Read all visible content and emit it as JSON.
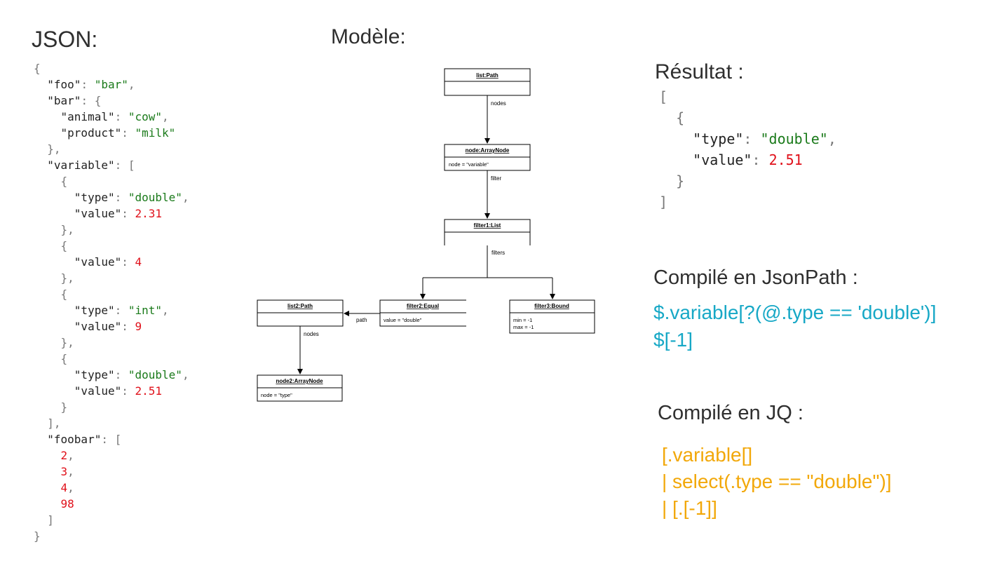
{
  "json_panel": {
    "title": "JSON:",
    "lines": [
      "{",
      "  \"foo\": \"bar\",",
      "  \"bar\": {",
      "    \"animal\": \"cow\",",
      "    \"product\": \"milk\"",
      "  },",
      "  \"variable\": [",
      "    {",
      "      \"type\": \"double\",",
      "      \"value\": 2.31",
      "    },",
      "    {",
      "      \"value\": 4",
      "    },",
      "    {",
      "      \"type\": \"int\",",
      "      \"value\": 9",
      "    },",
      "    {",
      "      \"type\": \"double\",",
      "      \"value\": 2.51",
      "    }",
      "  ],",
      "  \"foobar\": [",
      "    2,",
      "    3,",
      "    4,",
      "    98",
      "  ]",
      "}"
    ]
  },
  "model_panel": {
    "title": "Modèle:",
    "nodes": {
      "list_path": {
        "name": "list:Path",
        "attrs": []
      },
      "node_arraynode": {
        "name": "node:ArrayNode",
        "attrs": [
          "node = \"variable\""
        ]
      },
      "filter1_list": {
        "name": "filter1:List",
        "attrs": []
      },
      "list2_path": {
        "name": "list2:Path",
        "attrs": []
      },
      "filter2_equal": {
        "name": "filter2:Equal",
        "attrs": [
          "value = \"double\""
        ]
      },
      "filter3_bound": {
        "name": "filter3:Bound",
        "attrs": [
          "min = -1",
          "max = -1"
        ]
      },
      "node2_arraynode": {
        "name": "node2:ArrayNode",
        "attrs": [
          "node = \"type\""
        ]
      }
    },
    "edges": {
      "nodes_1": "nodes",
      "filter": "filter",
      "filters": "filters",
      "path": "path",
      "nodes_2": "nodes"
    }
  },
  "result_panel": {
    "title": "Résultat :",
    "lines": [
      "[",
      "  {",
      "    \"type\": \"double\",",
      "    \"value\": 2.51",
      "  }",
      "]"
    ]
  },
  "jsonpath_panel": {
    "title": "Compilé en JsonPath :",
    "lines": [
      "$.variable[?(@.type == 'double')]",
      "$[-1]"
    ],
    "color": "#17a8c6"
  },
  "jq_panel": {
    "title": "Compilé en JQ :",
    "lines": [
      "[.variable[]",
      "| select(.type == \"double\")]",
      "| [.[-1]]"
    ],
    "color": "#f2a80a"
  }
}
